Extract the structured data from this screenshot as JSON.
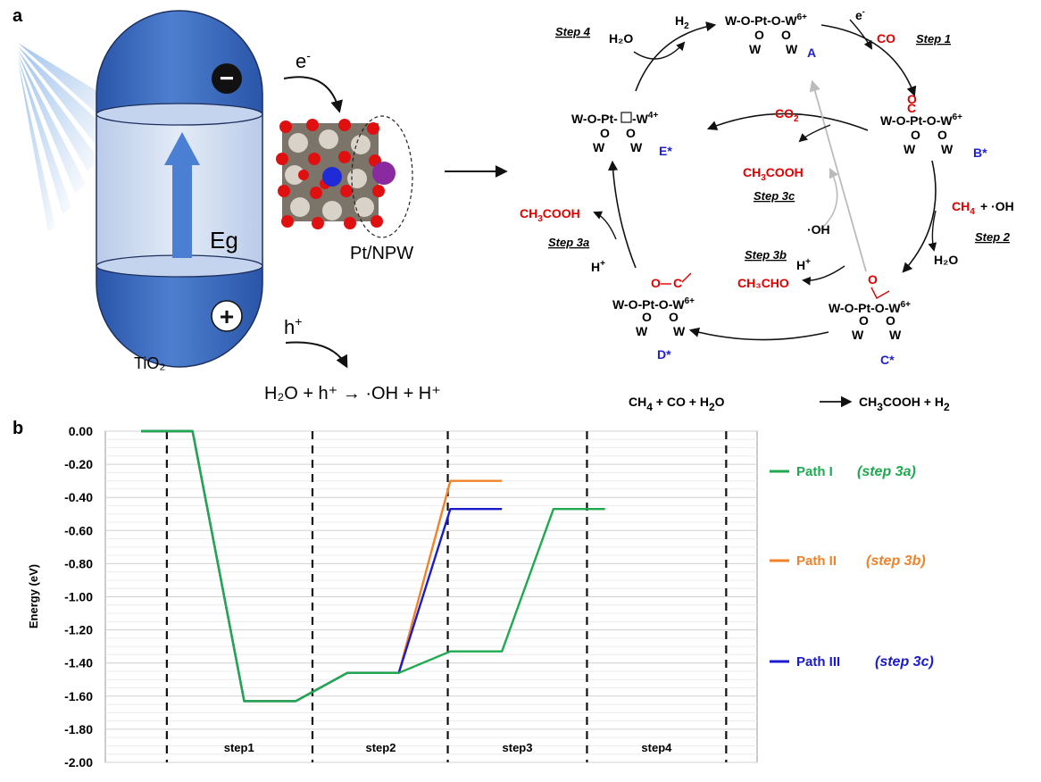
{
  "panel_a": {
    "label": "a",
    "electron": "e",
    "electron_sup": "-",
    "hole": "h",
    "hole_sup": "+",
    "eg": "Eg",
    "support": "TiO₂",
    "catalyst": "Pt/NPW",
    "hole_reaction": "H₂O + h⁺ → ·OH + H⁺",
    "minus_sign": "−",
    "plus_sign": "+"
  },
  "cycle": {
    "step1": "Step 1",
    "step2": "Step 2",
    "step3a": "Step 3a",
    "step3b": "Step 3b",
    "step3c": "Step 3c",
    "step4": "Step 4",
    "species": {
      "A": "A",
      "B": "B*",
      "C": "C*",
      "D": "D*",
      "E": "E*"
    },
    "frag_A": "W-O-Pt-O-W",
    "frag_A_sup": "6+",
    "frag_B": "W-O-Pt-O-W",
    "frag_B_sup": "6+",
    "frag_C": "W-O-Pt-O-W",
    "frag_C_sup": "6+",
    "frag_D": "W-O-Pt-O-W",
    "frag_D_sup": "6+",
    "frag_E_left": "W-O-Pt-",
    "frag_E_right": "-W",
    "frag_E_sup": "4+",
    "bottom_w": "W",
    "bottom_o": "O",
    "co": "CO",
    "co_small": "C",
    "o_small": "O",
    "eminus": "e",
    "eminus_sup": "-",
    "co2": "CO",
    "co2_sub": "2",
    "ch4": "CH",
    "ch4_sub": "4",
    "plus_oh": "+ ·OH",
    "h2o_step2": "H₂O",
    "h_plus": "H",
    "h_plus_sup": "+",
    "ch3cho": "CH₃CHO",
    "ch3cooh_3a_a": "CH",
    "ch3cooh_3a_sub": "3",
    "ch3cooh_3a_b": "COOH",
    "ch3cooh_3c_a": "CH",
    "ch3cooh_3c_sub": "3",
    "ch3cooh_3c_b": "COOH",
    "oh_3c": "·OH",
    "h2o_step4": "H₂O",
    "h2_step4": "H",
    "h2_step4_sub": "2",
    "overall": {
      "a": "CH",
      "a_sub": "4",
      "b": " + CO + H",
      "b_sub": "2",
      "c": "O",
      "d": "CH",
      "d_sub": "3",
      "e": "COOH + H",
      "e_sub": "2"
    }
  },
  "panel_b": {
    "label": "b"
  },
  "chart_data": {
    "type": "line",
    "title": "",
    "xlabel": "",
    "ylabel": "Energy (eV)",
    "ylim": [
      -2.0,
      0.0
    ],
    "yticks": [
      "0.00",
      "-0.20",
      "-0.40",
      "-0.60",
      "-0.80",
      "-1.00",
      "-1.20",
      "-1.40",
      "-1.60",
      "-1.80",
      "-2.00"
    ],
    "ytick_values": [
      0,
      -0.2,
      -0.4,
      -0.6,
      -0.8,
      -1.0,
      -1.2,
      -1.4,
      -1.6,
      -1.8,
      -2.0
    ],
    "x_range": [
      0,
      13
    ],
    "step_boundaries": [
      1,
      5,
      9,
      13
    ],
    "step_labels": [
      {
        "label": "step1",
        "x": 2.0
      },
      {
        "label": "step2",
        "x": 5.9
      },
      {
        "label": "step3",
        "x": 9.9
      },
      {
        "label": "step4",
        "x": 13.9
      }
    ],
    "extra_dashed_lines": [
      1,
      5,
      9,
      13,
      17
    ],
    "grid": true,
    "legend": "right",
    "series": [
      {
        "name": "Path I",
        "step": "(step 3a)",
        "color": "#1faa50",
        "points": [
          [
            0,
            0
          ],
          [
            2,
            0
          ],
          [
            4,
            -1.63
          ],
          [
            6,
            -1.63
          ],
          [
            8,
            -1.46
          ],
          [
            10,
            -1.46
          ],
          [
            12,
            -1.33
          ],
          [
            14,
            -1.33
          ],
          [
            16,
            -0.47
          ],
          [
            18,
            -0.47
          ]
        ]
      },
      {
        "name": "Path II",
        "step": "(step 3b)",
        "color": "#f0822a",
        "points": [
          [
            0,
            0
          ],
          [
            2,
            0
          ],
          [
            4,
            -1.63
          ],
          [
            6,
            -1.63
          ],
          [
            8,
            -1.46
          ],
          [
            10,
            -1.46
          ],
          [
            12,
            -0.3
          ],
          [
            14,
            -0.3
          ]
        ]
      },
      {
        "name": "Path III",
        "step": "(step 3c)",
        "color": "#1a1ad0",
        "points": [
          [
            0,
            0
          ],
          [
            2,
            0
          ],
          [
            4,
            -1.63
          ],
          [
            6,
            -1.63
          ],
          [
            8,
            -1.46
          ],
          [
            10,
            -1.46
          ],
          [
            12,
            -0.47
          ],
          [
            14,
            -0.47
          ]
        ]
      }
    ]
  }
}
